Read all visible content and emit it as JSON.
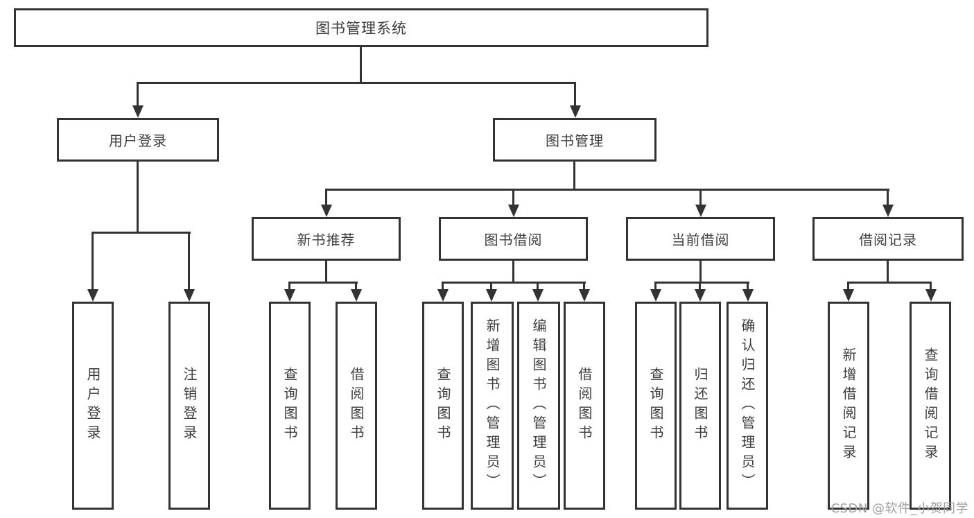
{
  "diagram": {
    "title": "图书管理系统",
    "level1": {
      "user_login": "用户登录",
      "book_management": "图书管理"
    },
    "level2": {
      "new_book_recommend": "新书推荐",
      "book_borrow": "图书借阅",
      "current_borrow": "当前借阅",
      "borrow_record": "借阅记录"
    },
    "leaves": {
      "user_login_leaf": "用户登录",
      "logout": "注销登录",
      "query_book_1": "查询图书",
      "borrow_book_1": "借阅图书",
      "query_book_2": "查询图书",
      "add_book_admin": "新增图书（管理员）",
      "edit_book_admin": "编辑图书（管理员）",
      "borrow_book_2": "借阅图书",
      "query_book_3": "查询图书",
      "return_book": "归还图书",
      "confirm_return_admin": "确认归还（管理员）",
      "add_borrow_record": "新增借阅记录",
      "query_borrow_record": "查询借阅记录"
    },
    "watermark": "CSDN @软件_小贺同学",
    "colors": {
      "line": "#333333",
      "text": "#3d3d3d",
      "watermark": "#a0a0a0",
      "background": "#ffffff"
    }
  }
}
